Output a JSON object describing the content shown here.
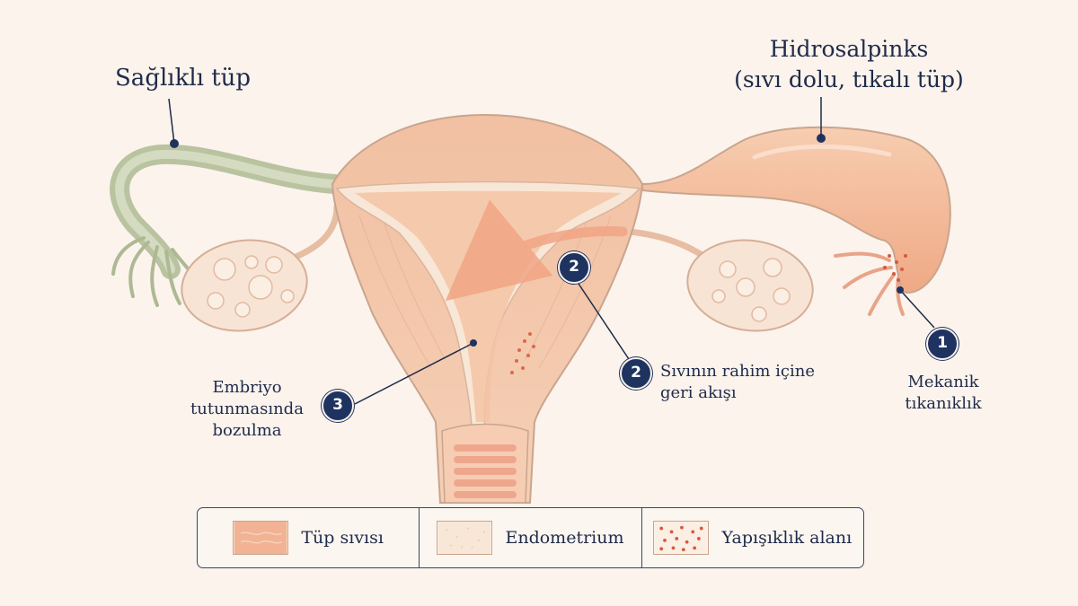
{
  "labels": {
    "healthy_tube": "Sağlıklı tüp",
    "hydro_title": "Hidrosalpinks",
    "hydro_subtitle": "(sıvı dolu, tıkalı tüp)"
  },
  "annotations": [
    {
      "number": "1",
      "line1": "Mekanik",
      "line2": "tıkanıklık"
    },
    {
      "number": "2",
      "line1": "Sıvının rahim içine",
      "line2": "geri akışı"
    },
    {
      "number": "3",
      "line1": "Embriyo",
      "line2": "tutunmasında",
      "line3": "bozulma"
    }
  ],
  "legend": [
    {
      "label": "Tüp sıvısı",
      "color": "#f1b394"
    },
    {
      "label": "Endometrium",
      "color": "#f8e7d6"
    },
    {
      "label": "Yapışıklık alanı",
      "color": "#d9583e"
    }
  ],
  "colors": {
    "uterus": "#f3c7ab",
    "endometrium": "#f8e7d6",
    "healthy_tube": "#c9d1b4",
    "hydro_fluid": "#f3b48f",
    "ovary": "#f8e4d4",
    "badge": "#1f3360",
    "arrow": "#f1a585"
  }
}
